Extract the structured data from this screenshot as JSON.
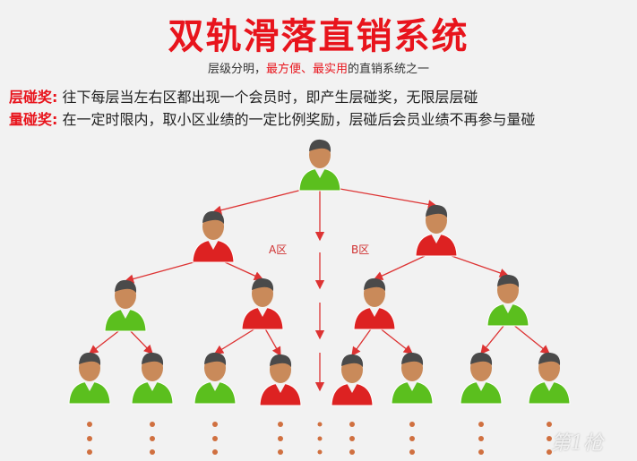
{
  "header": {
    "title": "双轨滑落直销系统",
    "subtitle_pre": "层级分明，",
    "subtitle_hl": "最方便、最实用",
    "subtitle_post": "的直销系统之一"
  },
  "rules": [
    {
      "label": "层碰奖:",
      "text": "往下每层当左右区都出现一个会员时，即产生层碰奖，无限层层碰"
    },
    {
      "label": "量碰奖:",
      "text": "在一定时限内，取小区业绩的一定比例奖励，层碰后会员业绩不再参与量碰"
    }
  ],
  "diagram": {
    "region_a": "A区",
    "region_b": "B区",
    "colors": {
      "green": "#5bbf1e",
      "red": "#dd2222",
      "arrow": "#dd3333",
      "skin": "#c98a5a",
      "hair": "#4a4a4a",
      "dot": "#d07040"
    }
  },
  "watermark": "第1枪"
}
